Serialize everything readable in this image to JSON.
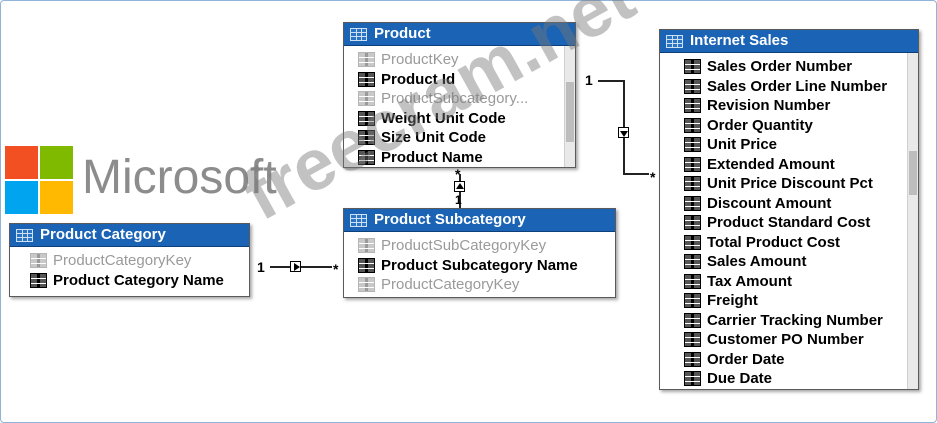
{
  "logo": {
    "text": "Microsoft",
    "tiles": [
      "#f25022",
      "#7fba00",
      "#00a4ef",
      "#ffb900"
    ]
  },
  "watermark": "freecram.net",
  "colors": {
    "header": "#1a63b5",
    "hidden_text": "#9a9a9a"
  },
  "tables": {
    "product": {
      "title": "Product",
      "columns": [
        {
          "name": "ProductKey",
          "hidden": true
        },
        {
          "name": "Product Id",
          "hidden": false
        },
        {
          "name": "ProductSubcategory...",
          "hidden": true
        },
        {
          "name": "Weight Unit Code",
          "hidden": false
        },
        {
          "name": "Size Unit Code",
          "hidden": false
        },
        {
          "name": "Product Name",
          "hidden": false
        }
      ]
    },
    "internet_sales": {
      "title": "Internet Sales",
      "columns": [
        {
          "name": "Sales Order Number",
          "hidden": false
        },
        {
          "name": "Sales Order Line Number",
          "hidden": false
        },
        {
          "name": "Revision Number",
          "hidden": false
        },
        {
          "name": "Order Quantity",
          "hidden": false
        },
        {
          "name": "Unit Price",
          "hidden": false
        },
        {
          "name": "Extended Amount",
          "hidden": false
        },
        {
          "name": "Unit Price Discount Pct",
          "hidden": false
        },
        {
          "name": "Discount Amount",
          "hidden": false
        },
        {
          "name": "Product Standard Cost",
          "hidden": false
        },
        {
          "name": "Total Product Cost",
          "hidden": false
        },
        {
          "name": "Sales Amount",
          "hidden": false
        },
        {
          "name": "Tax Amount",
          "hidden": false
        },
        {
          "name": "Freight",
          "hidden": false
        },
        {
          "name": "Carrier Tracking Number",
          "hidden": false
        },
        {
          "name": "Customer PO Number",
          "hidden": false
        },
        {
          "name": "Order Date",
          "hidden": false
        },
        {
          "name": "Due Date",
          "hidden": false
        }
      ]
    },
    "product_subcategory": {
      "title": "Product Subcategory",
      "columns": [
        {
          "name": "ProductSubCategoryKey",
          "hidden": true
        },
        {
          "name": "Product Subcategory Name",
          "hidden": false
        },
        {
          "name": "ProductCategoryKey",
          "hidden": true
        }
      ]
    },
    "product_category": {
      "title": "Product Category",
      "columns": [
        {
          "name": "ProductCategoryKey",
          "hidden": true
        },
        {
          "name": "Product Category Name",
          "hidden": false
        }
      ]
    }
  },
  "relationships": {
    "product_internet_sales": {
      "one": "1",
      "many": "*"
    },
    "subcategory_product": {
      "one": "1",
      "many": "*"
    },
    "category_subcategory": {
      "one": "1",
      "many": "*"
    }
  }
}
